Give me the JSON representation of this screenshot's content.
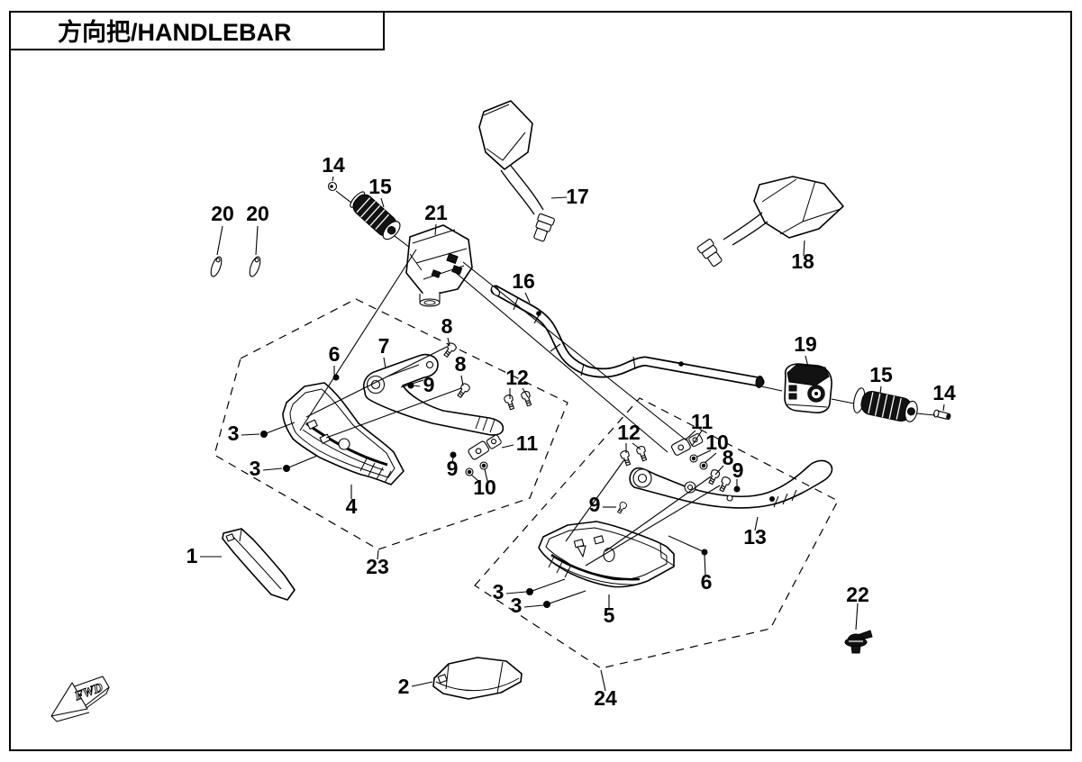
{
  "title": "方向把/HANDLEBAR",
  "fwd_marker": "FWD",
  "labels": {
    "n1": "1",
    "n2": "2",
    "n3": "3",
    "n4": "4",
    "n5": "5",
    "n6": "6",
    "n7": "7",
    "n8": "8",
    "n9": "9",
    "n10": "10",
    "n11": "11",
    "n12": "12",
    "n13": "13",
    "n14": "14",
    "n15": "15",
    "n16": "16",
    "n17": "17",
    "n18": "18",
    "n19": "19",
    "n20": "20",
    "n21": "21",
    "n22": "22",
    "n23": "23",
    "n24": "24"
  }
}
